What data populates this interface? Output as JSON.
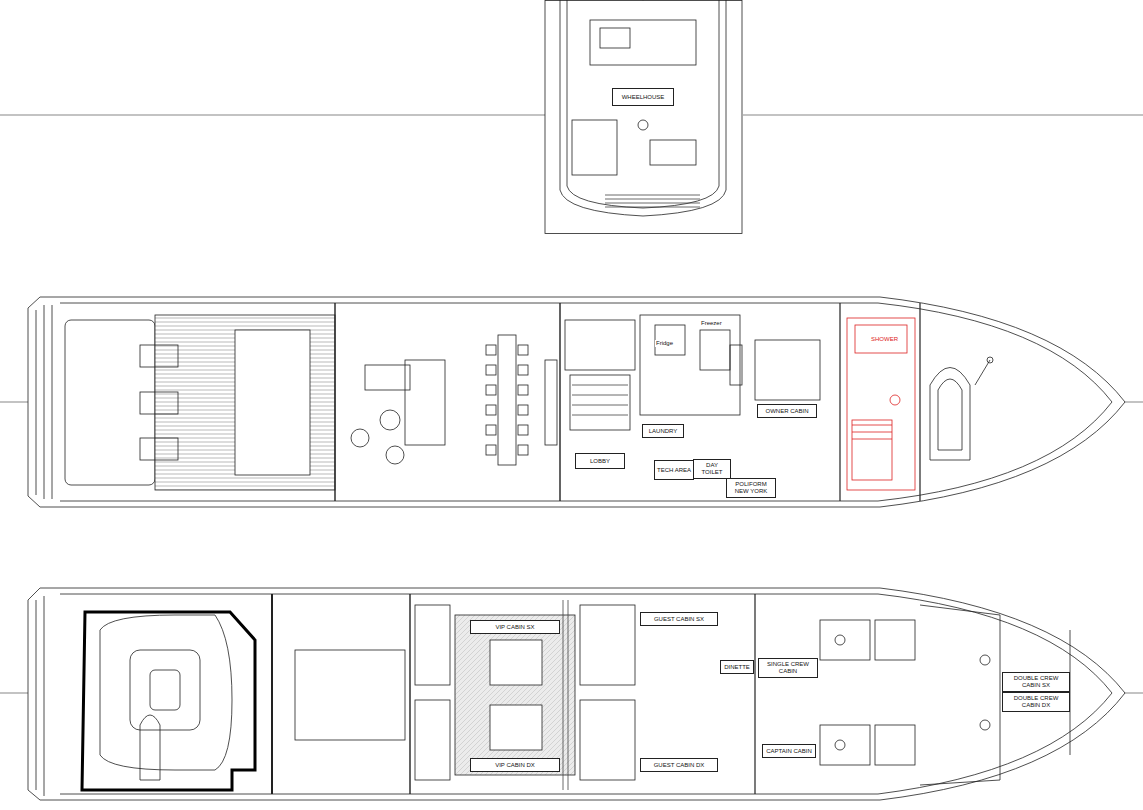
{
  "diagram": {
    "nodes": [
      {
        "text": [
          "WHEELHOUSE"
        ]
      },
      {
        "text": [
          "OWNER CABIN"
        ]
      },
      {
        "text": [
          "LOBBY"
        ]
      },
      {
        "text": [
          "LAUNDRY"
        ]
      },
      {
        "text": [
          "TECH AREA"
        ]
      },
      {
        "text": [
          "DAY TOILET"
        ]
      },
      {
        "text": [
          "POLIFORM NEW YORK"
        ]
      },
      {
        "text": [
          "VIP CABIN SX"
        ]
      },
      {
        "text": [
          "VIP CABIN DX"
        ]
      },
      {
        "text": [
          "GUEST CABIN SX"
        ]
      },
      {
        "text": [
          "GUEST CABIN DX"
        ]
      },
      {
        "text": [
          "DINETTE"
        ]
      },
      {
        "text": [
          "SINGLE CREW CABIN"
        ]
      },
      {
        "text": [
          "CAPTAIN CABIN"
        ]
      },
      {
        "text": [
          "DOUBLE CREW CABIN SX"
        ]
      },
      {
        "text": [
          "DOUBLE CREW CABIN DX"
        ]
      }
    ],
    "labels": [
      "SHOWER",
      "Fridge",
      "Freezer"
    ]
  }
}
